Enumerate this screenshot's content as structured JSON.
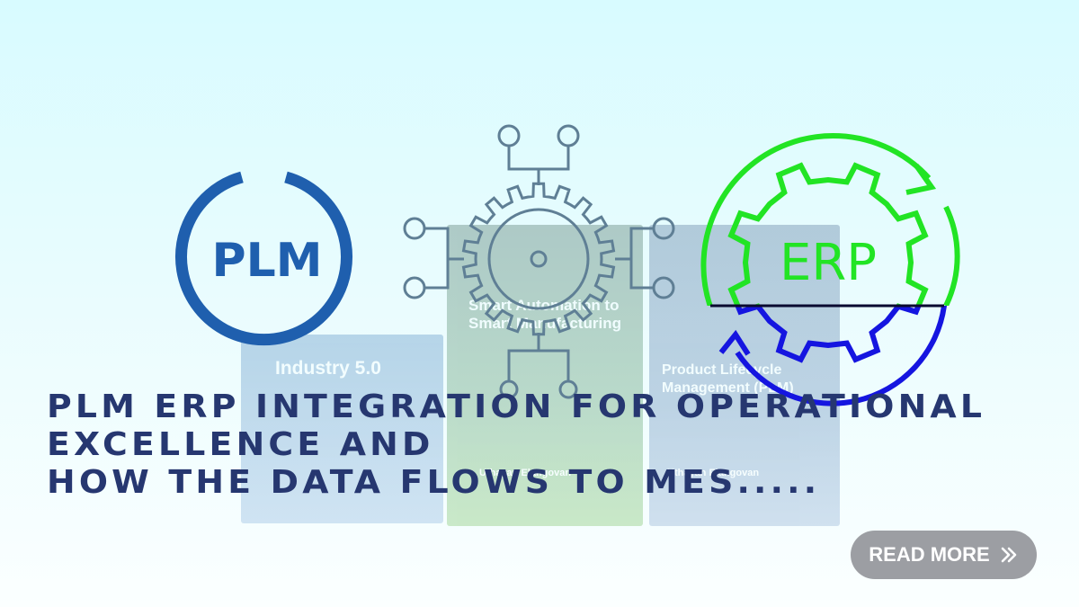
{
  "books": [
    {
      "title": "Industry 5.0",
      "author": ""
    },
    {
      "title": "Smart Automation to Smart Manufacturing",
      "author": "Uthayan Elangovan"
    },
    {
      "title": "Product Lifecycle Management (PLM)",
      "author": "Uthayan Elangovan"
    }
  ],
  "logos": {
    "plm": "PLM",
    "erp": "ERP"
  },
  "headline": {
    "line1": "PLM ERP Integration for Operational",
    "line2": "Excellence and",
    "line3": "How the data flows to MES....."
  },
  "cta": {
    "label": "READ MORE",
    "icon": "chevron-double-right-icon"
  },
  "colors": {
    "plm_blue": "#1f5fae",
    "gear_gray": "#5f7f95",
    "erp_green": "#22e424",
    "erp_blue": "#1515e0",
    "headline": "#263770",
    "button": "#9c9ea3"
  }
}
